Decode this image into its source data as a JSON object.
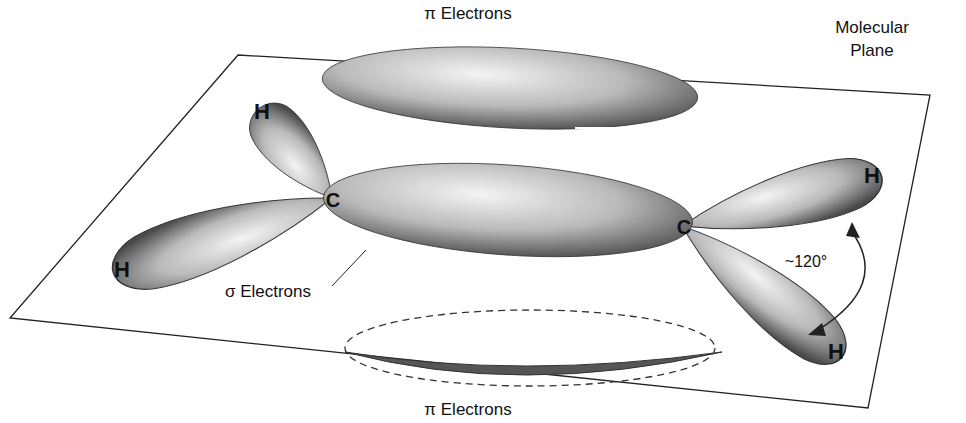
{
  "diagram": {
    "nodes": [
      {
        "text": [
          "H"
        ]
      },
      {
        "text": [
          "H"
        ]
      },
      {
        "text": [
          "H"
        ]
      },
      {
        "text": [
          "H"
        ]
      }
    ],
    "labels": [
      "π Electrons",
      "Molecular Plane",
      "C",
      "C",
      "σ Electrons",
      "~120°",
      "π Electrons"
    ]
  }
}
